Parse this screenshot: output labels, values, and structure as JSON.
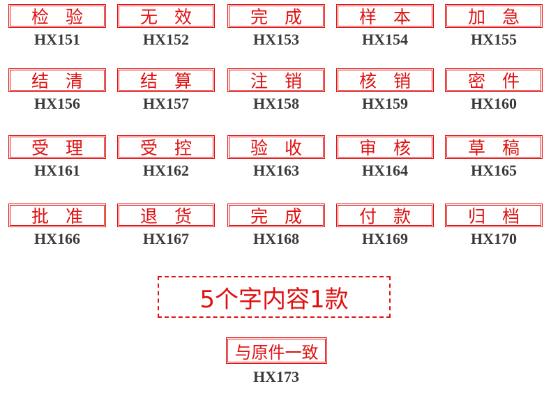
{
  "stamps": [
    {
      "text": "检验",
      "code": "HX151"
    },
    {
      "text": "无效",
      "code": "HX152"
    },
    {
      "text": "完成",
      "code": "HX153"
    },
    {
      "text": "样本",
      "code": "HX154"
    },
    {
      "text": "加急",
      "code": "HX155"
    },
    {
      "text": "结清",
      "code": "HX156"
    },
    {
      "text": "结算",
      "code": "HX157"
    },
    {
      "text": "注销",
      "code": "HX158"
    },
    {
      "text": "核销",
      "code": "HX159"
    },
    {
      "text": "密件",
      "code": "HX160"
    },
    {
      "text": "受理",
      "code": "HX161"
    },
    {
      "text": "受控",
      "code": "HX162"
    },
    {
      "text": "验收",
      "code": "HX163"
    },
    {
      "text": "审核",
      "code": "HX164"
    },
    {
      "text": "草稿",
      "code": "HX165"
    },
    {
      "text": "批准",
      "code": "HX166"
    },
    {
      "text": "退货",
      "code": "HX167"
    },
    {
      "text": "完成",
      "code": "HX168"
    },
    {
      "text": "付款",
      "code": "HX169"
    },
    {
      "text": "归档",
      "code": "HX170"
    }
  ],
  "banner": {
    "text": "5个字内容1款"
  },
  "wide_stamp": {
    "text": "与原件一致",
    "code": "HX173"
  },
  "colors": {
    "stamp": "#e01010",
    "code": "#3a3a3a"
  }
}
